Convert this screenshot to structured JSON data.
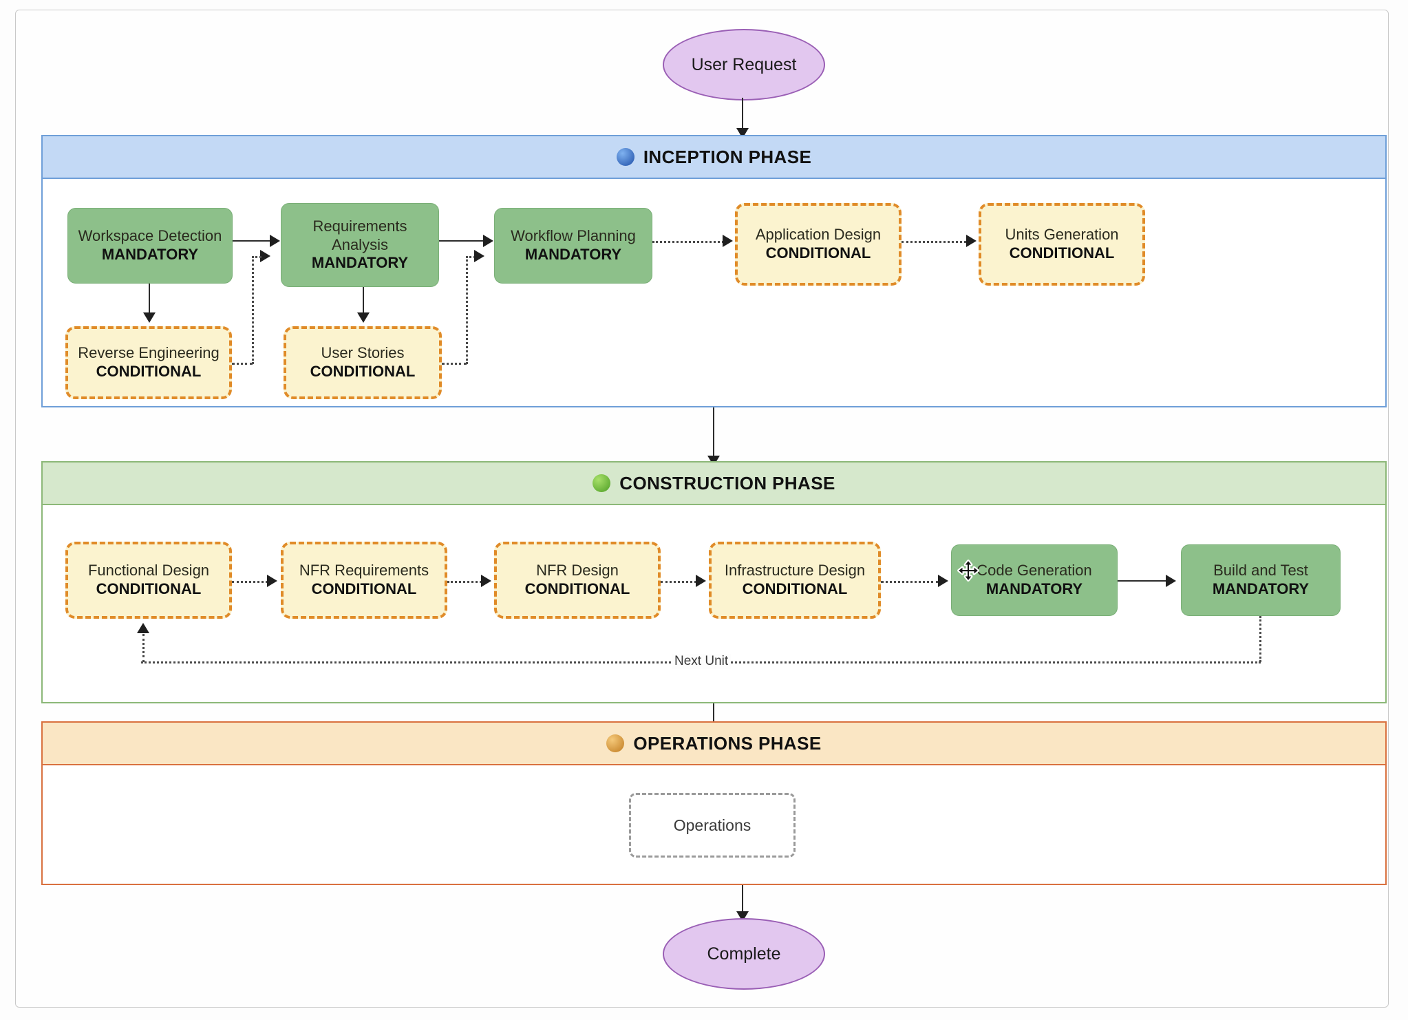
{
  "start_node": {
    "label": "User Request",
    "shape": "ellipse",
    "color": "#e2c7ef"
  },
  "end_node": {
    "label": "Complete",
    "shape": "ellipse",
    "color": "#e2c7ef"
  },
  "phases": [
    {
      "id": "inception",
      "title": "INCEPTION PHASE",
      "bullet_color": "#2f6fd0",
      "header_bg": "#c3d9f5",
      "border_color": "#6f9fd8",
      "nodes": [
        {
          "name": "Workspace Detection",
          "status": "MANDATORY",
          "type": "mandatory"
        },
        {
          "name": "Requirements Analysis",
          "status": "MANDATORY",
          "type": "mandatory"
        },
        {
          "name": "Workflow Planning",
          "status": "MANDATORY",
          "type": "mandatory"
        },
        {
          "name": "Application Design",
          "status": "CONDITIONAL",
          "type": "conditional"
        },
        {
          "name": "Units Generation",
          "status": "CONDITIONAL",
          "type": "conditional"
        },
        {
          "name": "Reverse Engineering",
          "status": "CONDITIONAL",
          "type": "conditional"
        },
        {
          "name": "User Stories",
          "status": "CONDITIONAL",
          "type": "conditional"
        }
      ]
    },
    {
      "id": "construction",
      "title": "CONSTRUCTION PHASE",
      "bullet_color": "#6abf3f",
      "header_bg": "#d6e8cc",
      "border_color": "#8cb878",
      "nodes": [
        {
          "name": "Functional Design",
          "status": "CONDITIONAL",
          "type": "conditional"
        },
        {
          "name": "NFR Requirements",
          "status": "CONDITIONAL",
          "type": "conditional"
        },
        {
          "name": "NFR Design",
          "status": "CONDITIONAL",
          "type": "conditional"
        },
        {
          "name": "Infrastructure Design",
          "status": "CONDITIONAL",
          "type": "conditional"
        },
        {
          "name": "Code Generation",
          "status": "MANDATORY",
          "type": "mandatory"
        },
        {
          "name": "Build and Test",
          "status": "MANDATORY",
          "type": "mandatory"
        }
      ],
      "loop_label": "Next Unit"
    },
    {
      "id": "operations",
      "title": "OPERATIONS PHASE",
      "bullet_color": "#d98f2e",
      "header_bg": "#fae6c4",
      "border_color": "#d9713f",
      "nodes": [
        {
          "name": "Operations",
          "status": "",
          "type": "ghost"
        }
      ]
    }
  ],
  "legend_colors": {
    "mandatory_fill": "#8dc08a",
    "conditional_fill": "#fbf3cf",
    "conditional_border": "#e08b28",
    "terminal_fill": "#e2c7ef"
  },
  "cursor": {
    "type": "move-cursor"
  }
}
